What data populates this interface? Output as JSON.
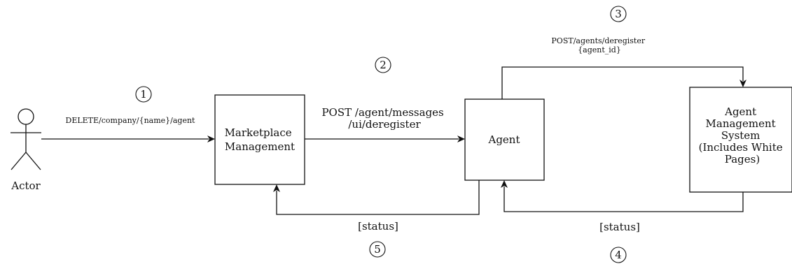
{
  "actor": {
    "label": "Actor"
  },
  "nodes": {
    "marketplace": {
      "lines": [
        "Marketplace",
        "Management"
      ]
    },
    "agent": {
      "lines": [
        "Agent"
      ]
    },
    "ams": {
      "lines": [
        "Agent",
        "Management",
        "System",
        "(Includes White",
        "Pages)"
      ]
    }
  },
  "edges": {
    "delete_request": {
      "label": "DELETE/company/{name}/agent"
    },
    "post_messages": {
      "lines": [
        "POST /agent/messages",
        "/ui/deregister"
      ]
    },
    "post_deregister": {
      "lines": [
        "POST/agents/deregister",
        "{agent_id}"
      ]
    },
    "status_from_ams": {
      "label": "[status]"
    },
    "status_to_marketplace": {
      "label": "[status]"
    }
  },
  "steps": {
    "s1": "1",
    "s2": "2",
    "s3": "3",
    "s4": "4",
    "s5": "5"
  }
}
